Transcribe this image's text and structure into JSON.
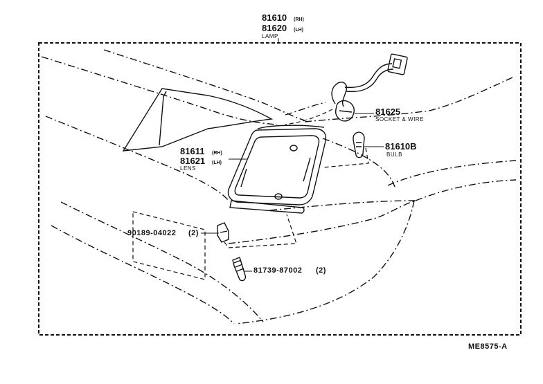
{
  "diagram_code": "ME8575-A",
  "parts": {
    "lamp": {
      "number_rh": "81610",
      "suffix_rh": "(RH)",
      "number_lh": "81620",
      "suffix_lh": "(LH)",
      "desc": "LAMP"
    },
    "socket": {
      "number": "81625",
      "desc": "SOCKET & WIRE"
    },
    "bulb": {
      "number": "81610B",
      "desc": "BULB"
    },
    "lens": {
      "number_rh": "81611",
      "suffix_rh": "(RH)",
      "number_lh": "81621",
      "suffix_lh": "(LH)",
      "desc": "LENS"
    },
    "nut": {
      "number": "90189-04022",
      "qty": "(2)"
    },
    "screw": {
      "number": "81739-87002",
      "qty": "(2)"
    }
  }
}
